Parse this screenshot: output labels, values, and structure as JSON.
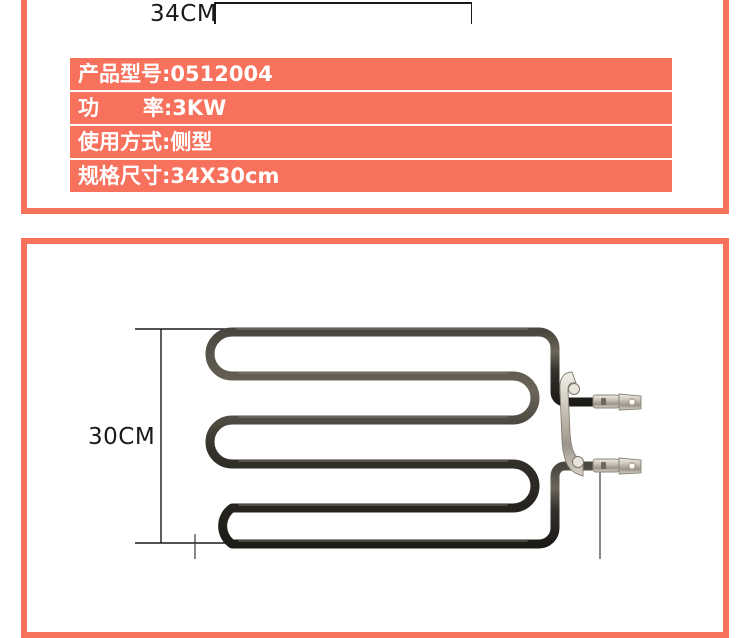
{
  "page": {
    "background_color": "#ffffff",
    "accent_color": "#F7715C"
  },
  "dimension_top": {
    "label": "34CM",
    "icon": "dimension-bracket-horizontal-icon"
  },
  "dimension_left": {
    "label": "30CM",
    "icon": "dimension-bracket-vertical-icon"
  },
  "spec_panel": {
    "border_color": "#F7715C",
    "row_color": "#F7715C",
    "text_color": "#ffffff",
    "rows": [
      {
        "text": "产品型号:0512004"
      },
      {
        "text": "功      率:3KW"
      },
      {
        "text": "使用方式:侧型"
      },
      {
        "text": "规格尺寸:34X30cm"
      }
    ]
  },
  "product_panel": {
    "border_color": "#F7715C",
    "illustration": {
      "name": "tubular-heating-element",
      "tube_color": "#2e2b26",
      "terminal_color": "#c9c4b8",
      "loops": 4,
      "orientation": "serpentine-horizontal"
    }
  }
}
